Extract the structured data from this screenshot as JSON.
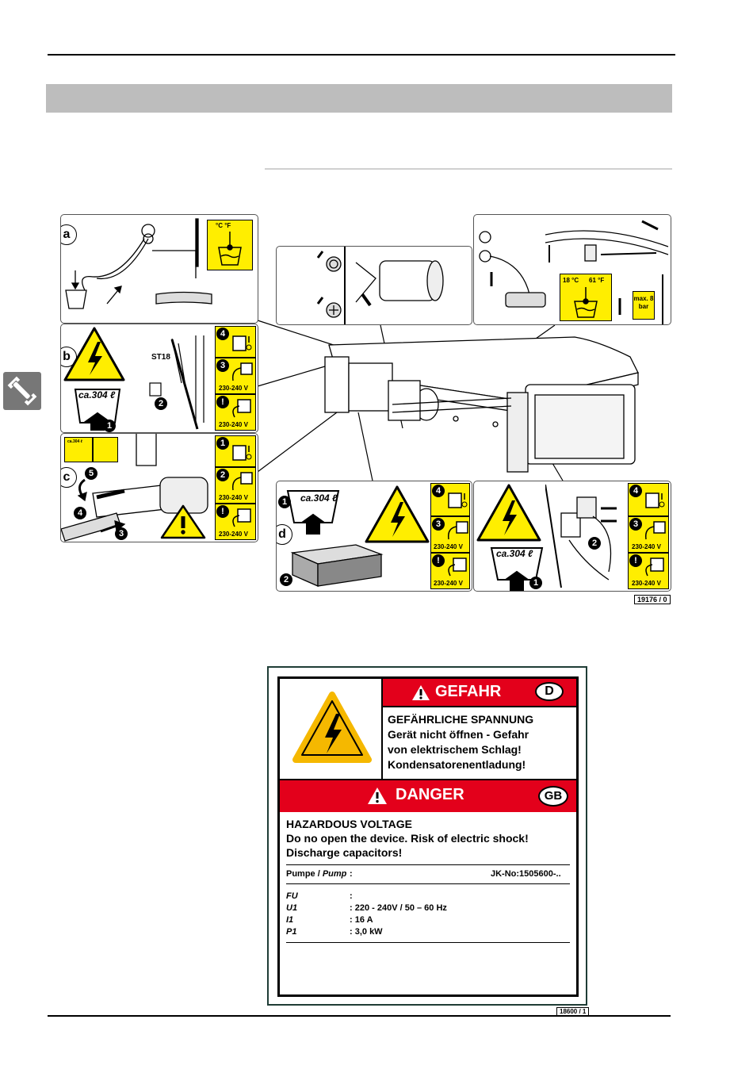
{
  "figure_top": {
    "panel_a": {
      "letter": "a",
      "sign_units": "°C °F"
    },
    "panel_b": {
      "letter": "b",
      "connector": "ST18",
      "volume": "ca.304 ℓ",
      "step1": "1",
      "step2": "2",
      "step3": "3",
      "step4": "4",
      "step_warn": "!",
      "voltage1": "230-240 V",
      "voltage2": "230-240 V"
    },
    "panel_c": {
      "letter": "c",
      "step1": "1",
      "step2": "2",
      "step3": "3",
      "step4": "4",
      "step5": "5",
      "step_warn": "!",
      "voltage1": "230-240 V",
      "voltage2": "230-240 V",
      "mini_volume": "ca.304 ℓ"
    },
    "panel_d": {
      "letter": "d",
      "volume": "ca.304 ℓ",
      "step1": "1",
      "step2": "2",
      "step3": "3",
      "step4": "4",
      "step_warn": "!",
      "voltage1": "230-240 V",
      "voltage2": "230-240 V"
    },
    "panel_e": {
      "volume": "ca.304 ℓ",
      "step1": "1",
      "step2": "2",
      "step3": "3",
      "step4": "4",
      "step_warn": "!",
      "voltage1": "230-240 V",
      "voltage2": "230-240 V"
    },
    "panel_water": {
      "temp_c": "18 °C",
      "temp_f": "61 °F",
      "pressure": "max. 8 bar"
    },
    "figure_ref": "19176 / 0"
  },
  "label": {
    "de_header": "GEFAHR",
    "de_country": "D",
    "de_line1": "GEFÄHRLICHE SPANNUNG",
    "de_line2": "Gerät nicht öffnen  -  Gefahr",
    "de_line3": "von elektrischem Schlag!",
    "de_line4": "Kondensatorenentladung!",
    "en_header": "DANGER",
    "en_country": "GB",
    "en_line1": "HAZARDOUS VOLTAGE",
    "en_line2": "Do no open the device. Risk of electric shock!",
    "en_line3": "Discharge capacitors!",
    "pump_label_de": "Pumpe / ",
    "pump_label_en": "Pump",
    "pump_colon": ":",
    "jk_no": "JK-No:1505600-..",
    "rows": [
      {
        "label": "FU",
        "value": ":"
      },
      {
        "label": "U1",
        "value": ": 220 - 240V / 50 – 60 Hz"
      },
      {
        "label": "I1",
        "value": ": 16 A"
      },
      {
        "label": "P1",
        "value": ": 3,0 kW"
      }
    ],
    "figure_ref": "18600 / 1"
  },
  "colors": {
    "danger_red": "#e3001b",
    "warning_yellow": "#ffee00",
    "bar_grey": "#bdbdbd"
  }
}
